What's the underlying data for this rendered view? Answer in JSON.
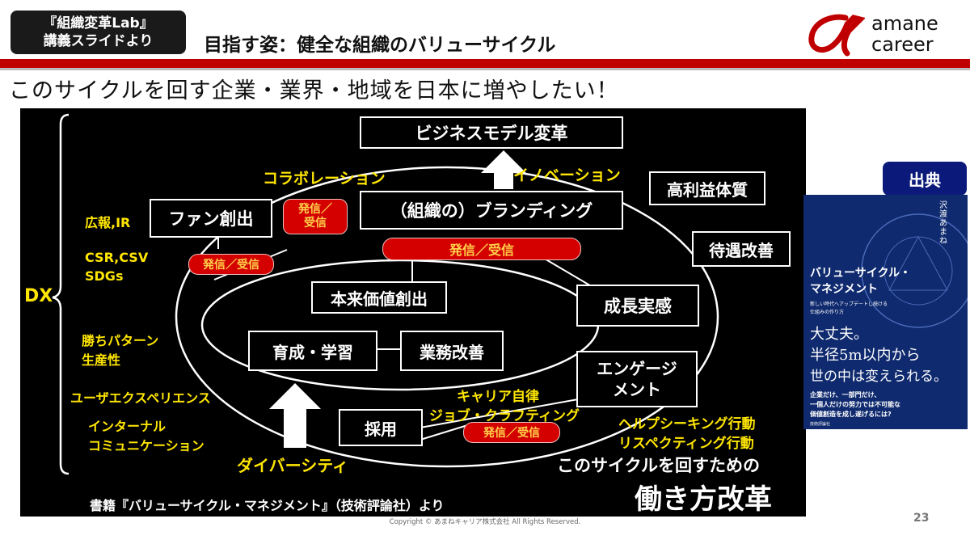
{
  "header": {
    "lab_badge_line1": "『組織変革Lab』",
    "lab_badge_line2": "講義スライドより",
    "title": "目指す姿：健全な組織のバリューサイクル",
    "logo_line1": "amane",
    "logo_line2": "career"
  },
  "headline": "このサイクルを回す企業・業界・地域を日本に増やしたい！",
  "diagram": {
    "dx_label": "DX",
    "left_items": {
      "pr": "広報,IR",
      "csr": "CSR,CSV",
      "sdgs": "SDGs",
      "win_pattern": "勝ちパターン",
      "productivity": "生産性",
      "ux": "ユーザエクスペリエンス",
      "internal_comm_1": "インターナル",
      "internal_comm_2": "コミュニケーション"
    },
    "boxes": {
      "business_model": "ビジネスモデル変革",
      "fan": "ファン創出",
      "branding": "（組織の）ブランディング",
      "high_profit": "高利益体質",
      "treatment": "待遇改善",
      "value_creation": "本来価値創出",
      "growth": "成長実感",
      "training": "育成・学習",
      "work_improve": "業務改善",
      "engagement_1": "エンゲージ",
      "engagement_2": "メント",
      "hiring": "採用"
    },
    "yellow_labels": {
      "collaboration": "コラボレーション",
      "innovation": "イノベーション",
      "career_autonomy": "キャリア自律",
      "job_crafting": "ジョブ・クラフティング",
      "help_seeking": "ヘルプシーキング行動",
      "respecting": "リスペクティング行動",
      "diversity": "ダイバーシティ"
    },
    "pills": {
      "fan_branding_1": "発信／",
      "fan_branding_2": "受信",
      "fan_lower": "発信／受信",
      "branding_lower": "発信／受信",
      "hiring_right": "発信／受信"
    },
    "footer_cycle": "このサイクルを回すための",
    "footer_big": "働き方改革",
    "source_note": "書籍『バリューサイクル・マネジメント』（技術評論社）より"
  },
  "sidebar": {
    "source_label": "出典",
    "book": {
      "author": "沢渡あまね",
      "title_1": "バリューサイクル・",
      "title_2": "マネジメント",
      "subtitle_1": "新しい時代へアップデートし続ける",
      "subtitle_2": "仕組みの作り方",
      "tagline_1": "大丈夫。",
      "tagline_2": "半径5m以内から",
      "tagline_3": "世の中は変えられる。",
      "blurb_1": "企業だけ、一部門だけ、",
      "blurb_2": "一個人だけの努力では不可能な",
      "blurb_3": "価値創造を成し遂げるには?",
      "publisher": "技術評論社"
    }
  },
  "footer": {
    "copyright": "Copyright © あまねキャリア株式会社  All Rights Reserved.",
    "page_number": "23"
  },
  "colors": {
    "accent_red": "#c00000",
    "diagram_yellow": "#ffe600",
    "pill_red": "#d40000",
    "source_badge_navy": "#0b1a7a"
  }
}
